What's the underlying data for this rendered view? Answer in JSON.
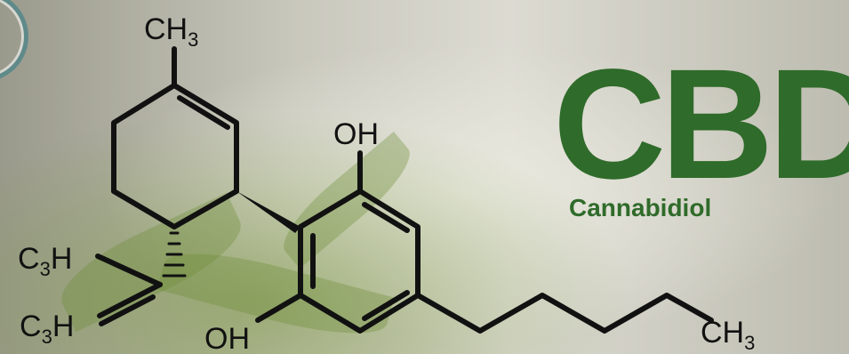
{
  "title": "CBD",
  "subtitle": "Cannabidiol",
  "colors": {
    "brand_green": "#2f6b2a",
    "bond_black": "#111111",
    "ring_teal": "#5f8a8a"
  },
  "molecule_labels": {
    "top_methyl": {
      "main": "CH",
      "sub": "3"
    },
    "hydroxyl_top": "OH",
    "hydroxyl_bottom": "OH",
    "side_chain_upper": {
      "main": "C",
      "sub": "3",
      "tail": "H"
    },
    "side_chain_lower": {
      "main": "C",
      "sub": "3",
      "tail": "H"
    },
    "chain_end_methyl": {
      "main": "CH",
      "sub": "3"
    }
  }
}
